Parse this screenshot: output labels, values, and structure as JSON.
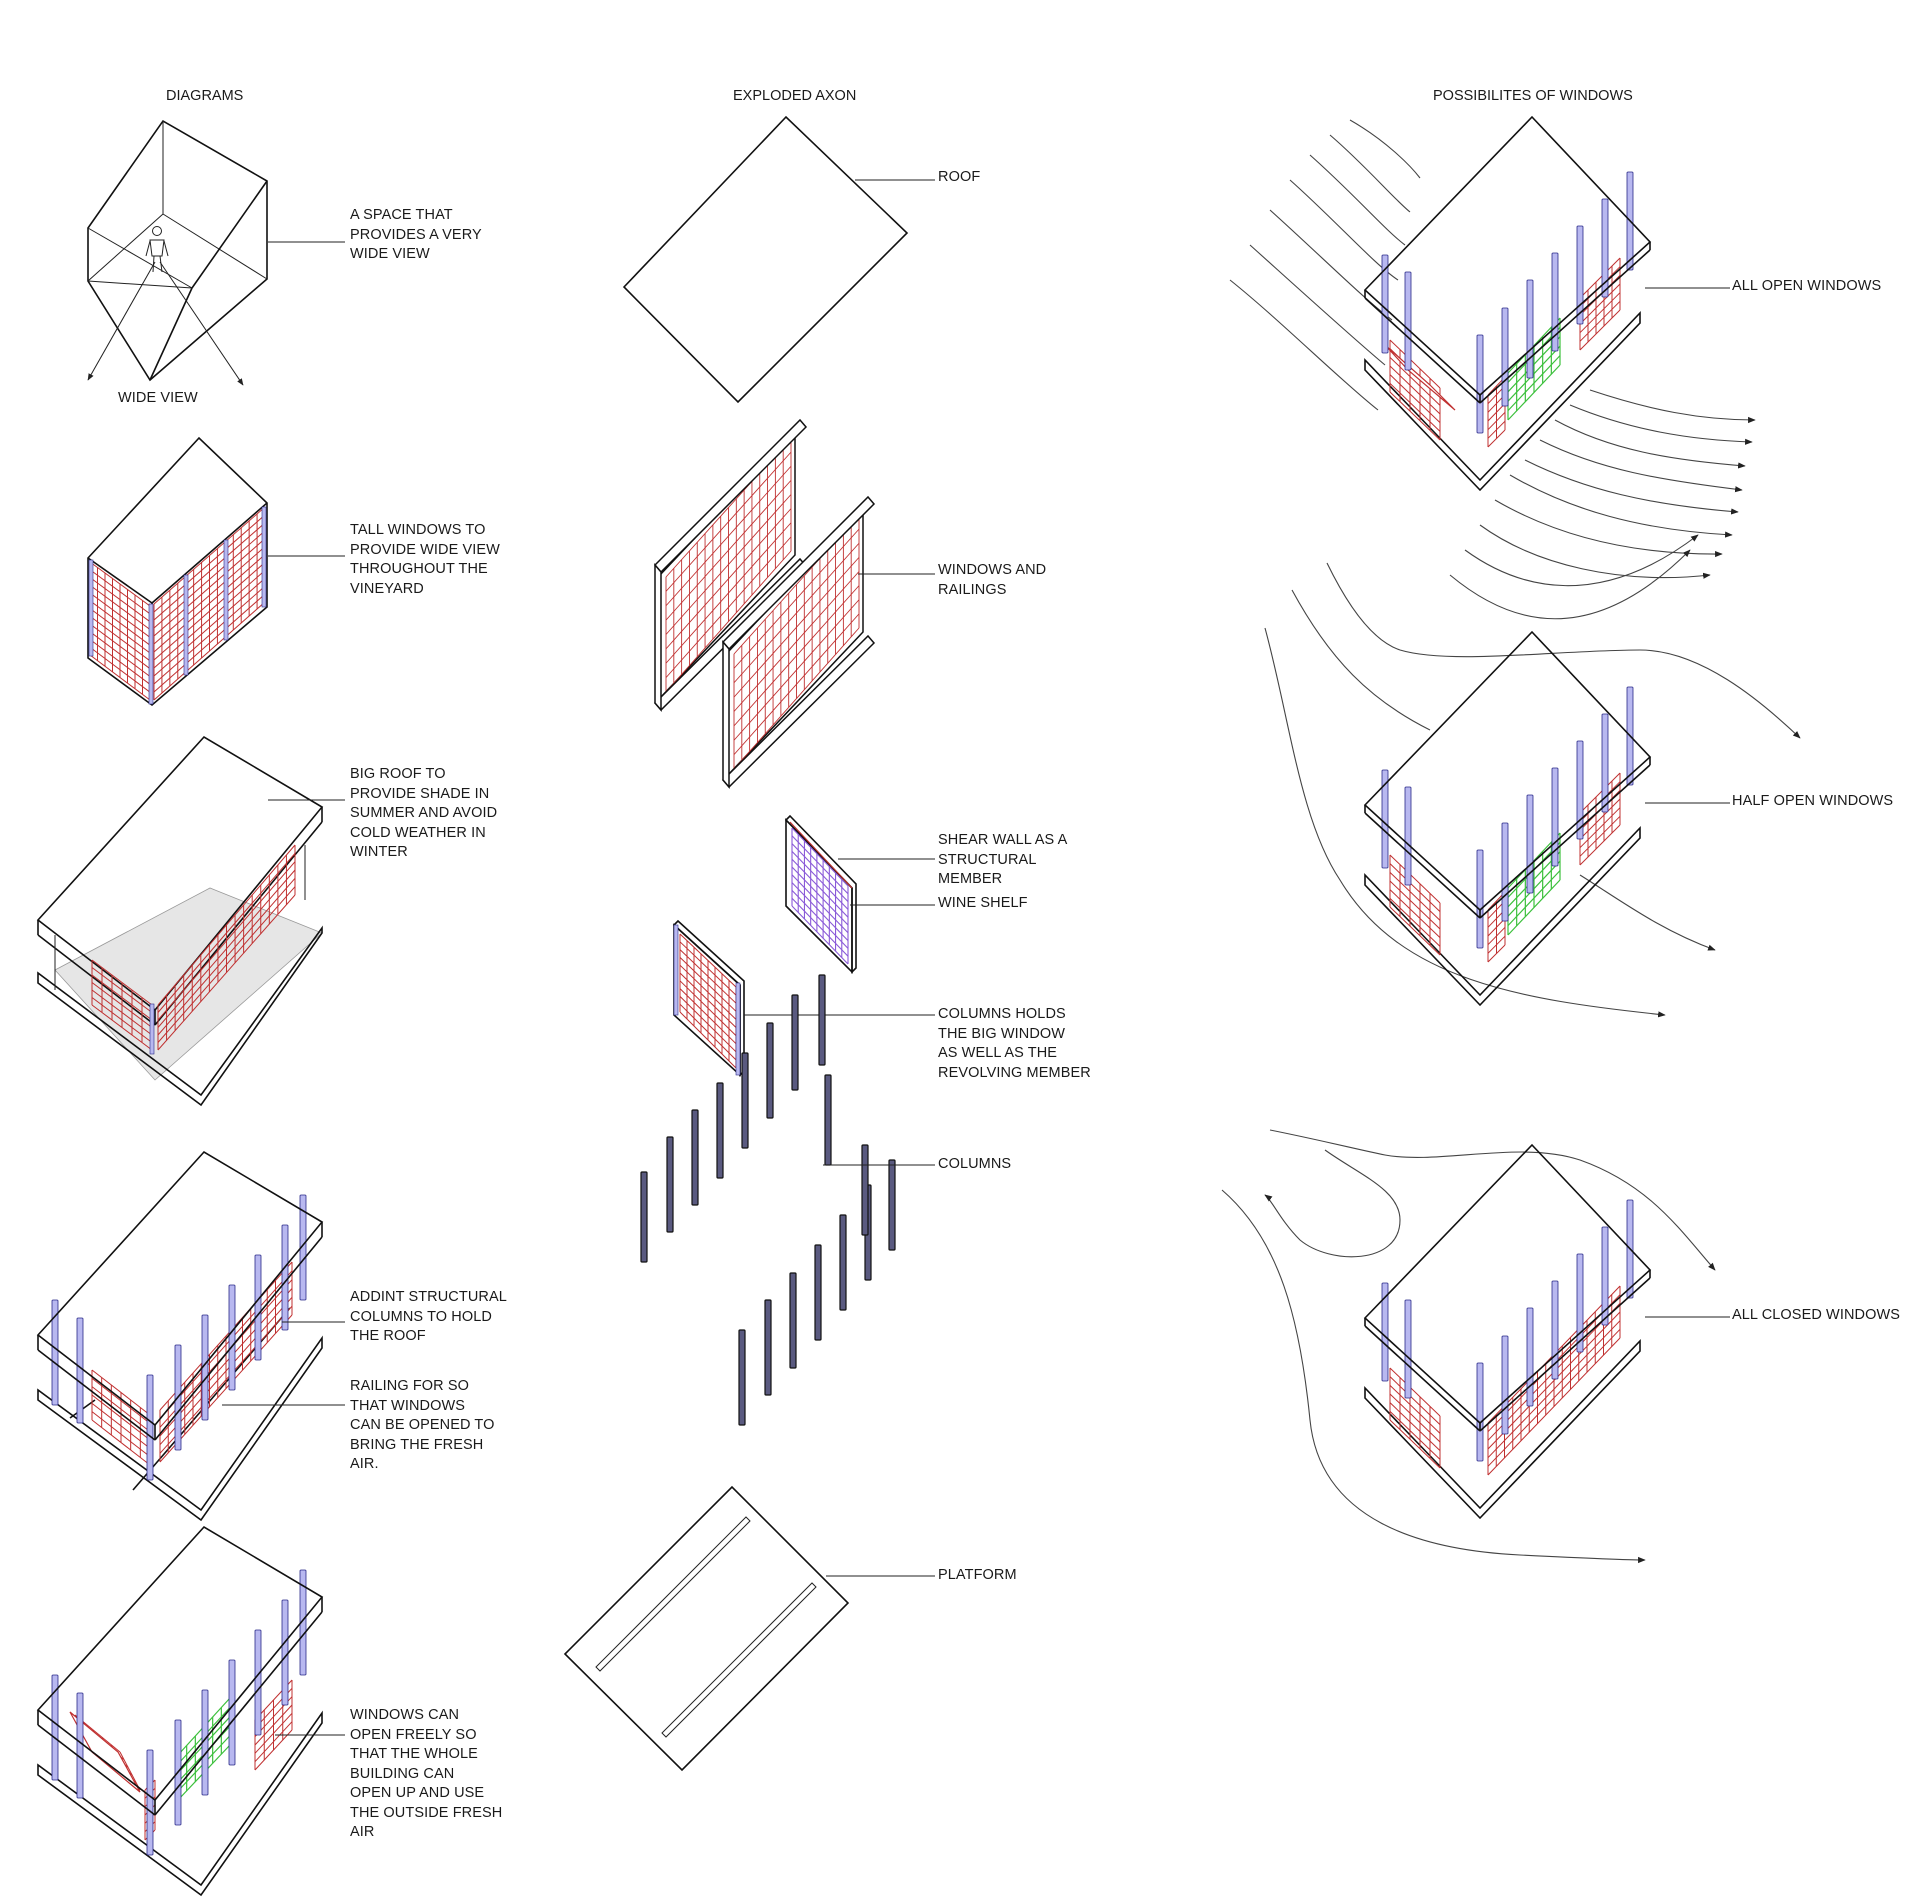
{
  "headers": {
    "diagrams": "DIAGRAMS",
    "exploded": "EXPLODED AXON",
    "windows": "POSSIBILITES OF WINDOWS"
  },
  "diagram_labels": {
    "wide_space": "A SPACE THAT\nPROVIDES A VERY\nWIDE VIEW",
    "wide_view": "WIDE VIEW",
    "tall_windows": "TALL WINDOWS TO\nPROVIDE WIDE VIEW\nTHROUGHOUT THE\nVINEYARD",
    "big_roof": "BIG ROOF TO\nPROVIDE SHADE IN\nSUMMER AND AVOID\nCOLD WEATHER IN\nWINTER",
    "columns": "ADDINT STRUCTURAL\nCOLUMNS TO HOLD\nTHE ROOF",
    "railing": "RAILING FOR SO\nTHAT WINDOWS\nCAN BE OPENED TO\nBRING THE FRESH\nAIR.",
    "open_freely": "WINDOWS CAN\nOPEN FREELY SO\nTHAT THE WHOLE\nBUILDING CAN\nOPEN UP AND USE\nTHE OUTSIDE  FRESH\nAIR"
  },
  "axon_labels": {
    "roof": "ROOF",
    "windows_railings": "WINDOWS AND\nRAILINGS",
    "shear_wall": "SHEAR WALL AS A\nSTRUCTURAL\nMEMBER",
    "wine_shelf": "WINE SHELF",
    "columns_hold": "COLUMNS HOLDS\nTHE BIG WINDOW\nAS WELL AS THE\nREVOLVING MEMBER",
    "columns": "COLUMNS",
    "platform": "PLATFORM"
  },
  "window_labels": {
    "all_open": "ALL OPEN WINDOWS",
    "half_open": "HALF OPEN WINDOWS",
    "all_closed": "ALL CLOSED WINDOWS"
  },
  "colors": {
    "line": "#111111",
    "window_frame": "#c03030",
    "column": "#b8b8f0",
    "shelf": "#8a5ad8",
    "open_window": "#3cc03c"
  }
}
